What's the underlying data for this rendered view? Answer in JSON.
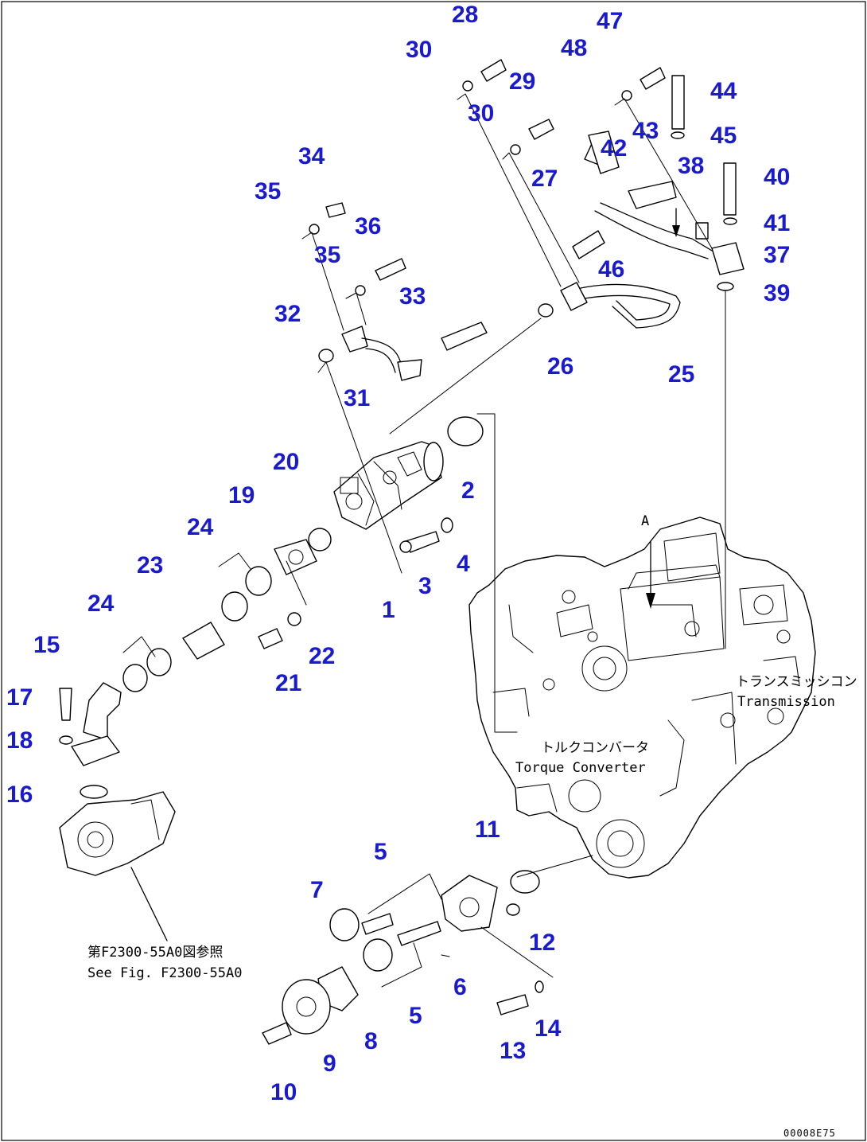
{
  "diagram": {
    "code": "00008E75",
    "view_label": "A",
    "notes": {
      "transmission_jp": "トランスミッシコン",
      "transmission_en": "Transmission",
      "torque_converter_jp": "トルクコンバータ",
      "torque_converter_en": "Torque Converter",
      "see_fig_jp": "第F2300-55A0図参照",
      "see_fig_en": "See Fig. F2300-55A0"
    },
    "callouts": [
      {
        "id": "28",
        "text": "28"
      },
      {
        "id": "30a",
        "text": "30"
      },
      {
        "id": "29",
        "text": "29"
      },
      {
        "id": "30b",
        "text": "30"
      },
      {
        "id": "47",
        "text": "47"
      },
      {
        "id": "48",
        "text": "48"
      },
      {
        "id": "44",
        "text": "44"
      },
      {
        "id": "45",
        "text": "45"
      },
      {
        "id": "43",
        "text": "43"
      },
      {
        "id": "42",
        "text": "42"
      },
      {
        "id": "38",
        "text": "38"
      },
      {
        "id": "40",
        "text": "40"
      },
      {
        "id": "27",
        "text": "27"
      },
      {
        "id": "41",
        "text": "41"
      },
      {
        "id": "37",
        "text": "37"
      },
      {
        "id": "46",
        "text": "46"
      },
      {
        "id": "39",
        "text": "39"
      },
      {
        "id": "25",
        "text": "25"
      },
      {
        "id": "26",
        "text": "26"
      },
      {
        "id": "34",
        "text": "34"
      },
      {
        "id": "35a",
        "text": "35"
      },
      {
        "id": "36",
        "text": "36"
      },
      {
        "id": "35b",
        "text": "35"
      },
      {
        "id": "33",
        "text": "33"
      },
      {
        "id": "32",
        "text": "32"
      },
      {
        "id": "31",
        "text": "31"
      },
      {
        "id": "2",
        "text": "2"
      },
      {
        "id": "20",
        "text": "20"
      },
      {
        "id": "19",
        "text": "19"
      },
      {
        "id": "24a",
        "text": "24"
      },
      {
        "id": "23",
        "text": "23"
      },
      {
        "id": "4",
        "text": "4"
      },
      {
        "id": "3",
        "text": "3"
      },
      {
        "id": "1",
        "text": "1"
      },
      {
        "id": "24b",
        "text": "24"
      },
      {
        "id": "15",
        "text": "15"
      },
      {
        "id": "22",
        "text": "22"
      },
      {
        "id": "21",
        "text": "21"
      },
      {
        "id": "17",
        "text": "17"
      },
      {
        "id": "18",
        "text": "18"
      },
      {
        "id": "16",
        "text": "16"
      },
      {
        "id": "11",
        "text": "11"
      },
      {
        "id": "5a",
        "text": "5"
      },
      {
        "id": "7",
        "text": "7"
      },
      {
        "id": "12",
        "text": "12"
      },
      {
        "id": "6",
        "text": "6"
      },
      {
        "id": "5b",
        "text": "5"
      },
      {
        "id": "14",
        "text": "14"
      },
      {
        "id": "8",
        "text": "8"
      },
      {
        "id": "13",
        "text": "13"
      },
      {
        "id": "9",
        "text": "9"
      },
      {
        "id": "10",
        "text": "10"
      }
    ]
  }
}
